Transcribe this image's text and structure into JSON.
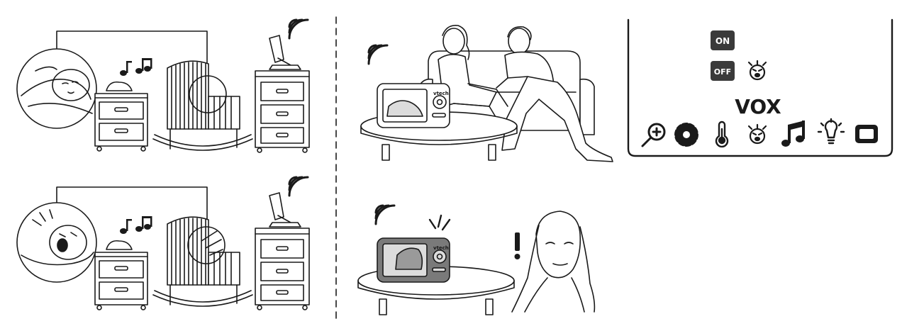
{
  "brand": {
    "monitor_logo": "vtech"
  },
  "legend_panel": {
    "badges": {
      "on_label": "ON",
      "off_label": "OFF"
    },
    "vox_label": "VOX",
    "icon_row": [
      "zoom-in-icon",
      "gear-icon",
      "thermometer-icon",
      "crying-baby-icon",
      "music-note-icon",
      "night-light-icon",
      "screen-icon"
    ]
  },
  "colors": {
    "line": "#1a1a1a",
    "badge_bg": "#3a3a3a",
    "screen_dark": "#7a7a7a",
    "screen_light": "#dcdcdc"
  }
}
